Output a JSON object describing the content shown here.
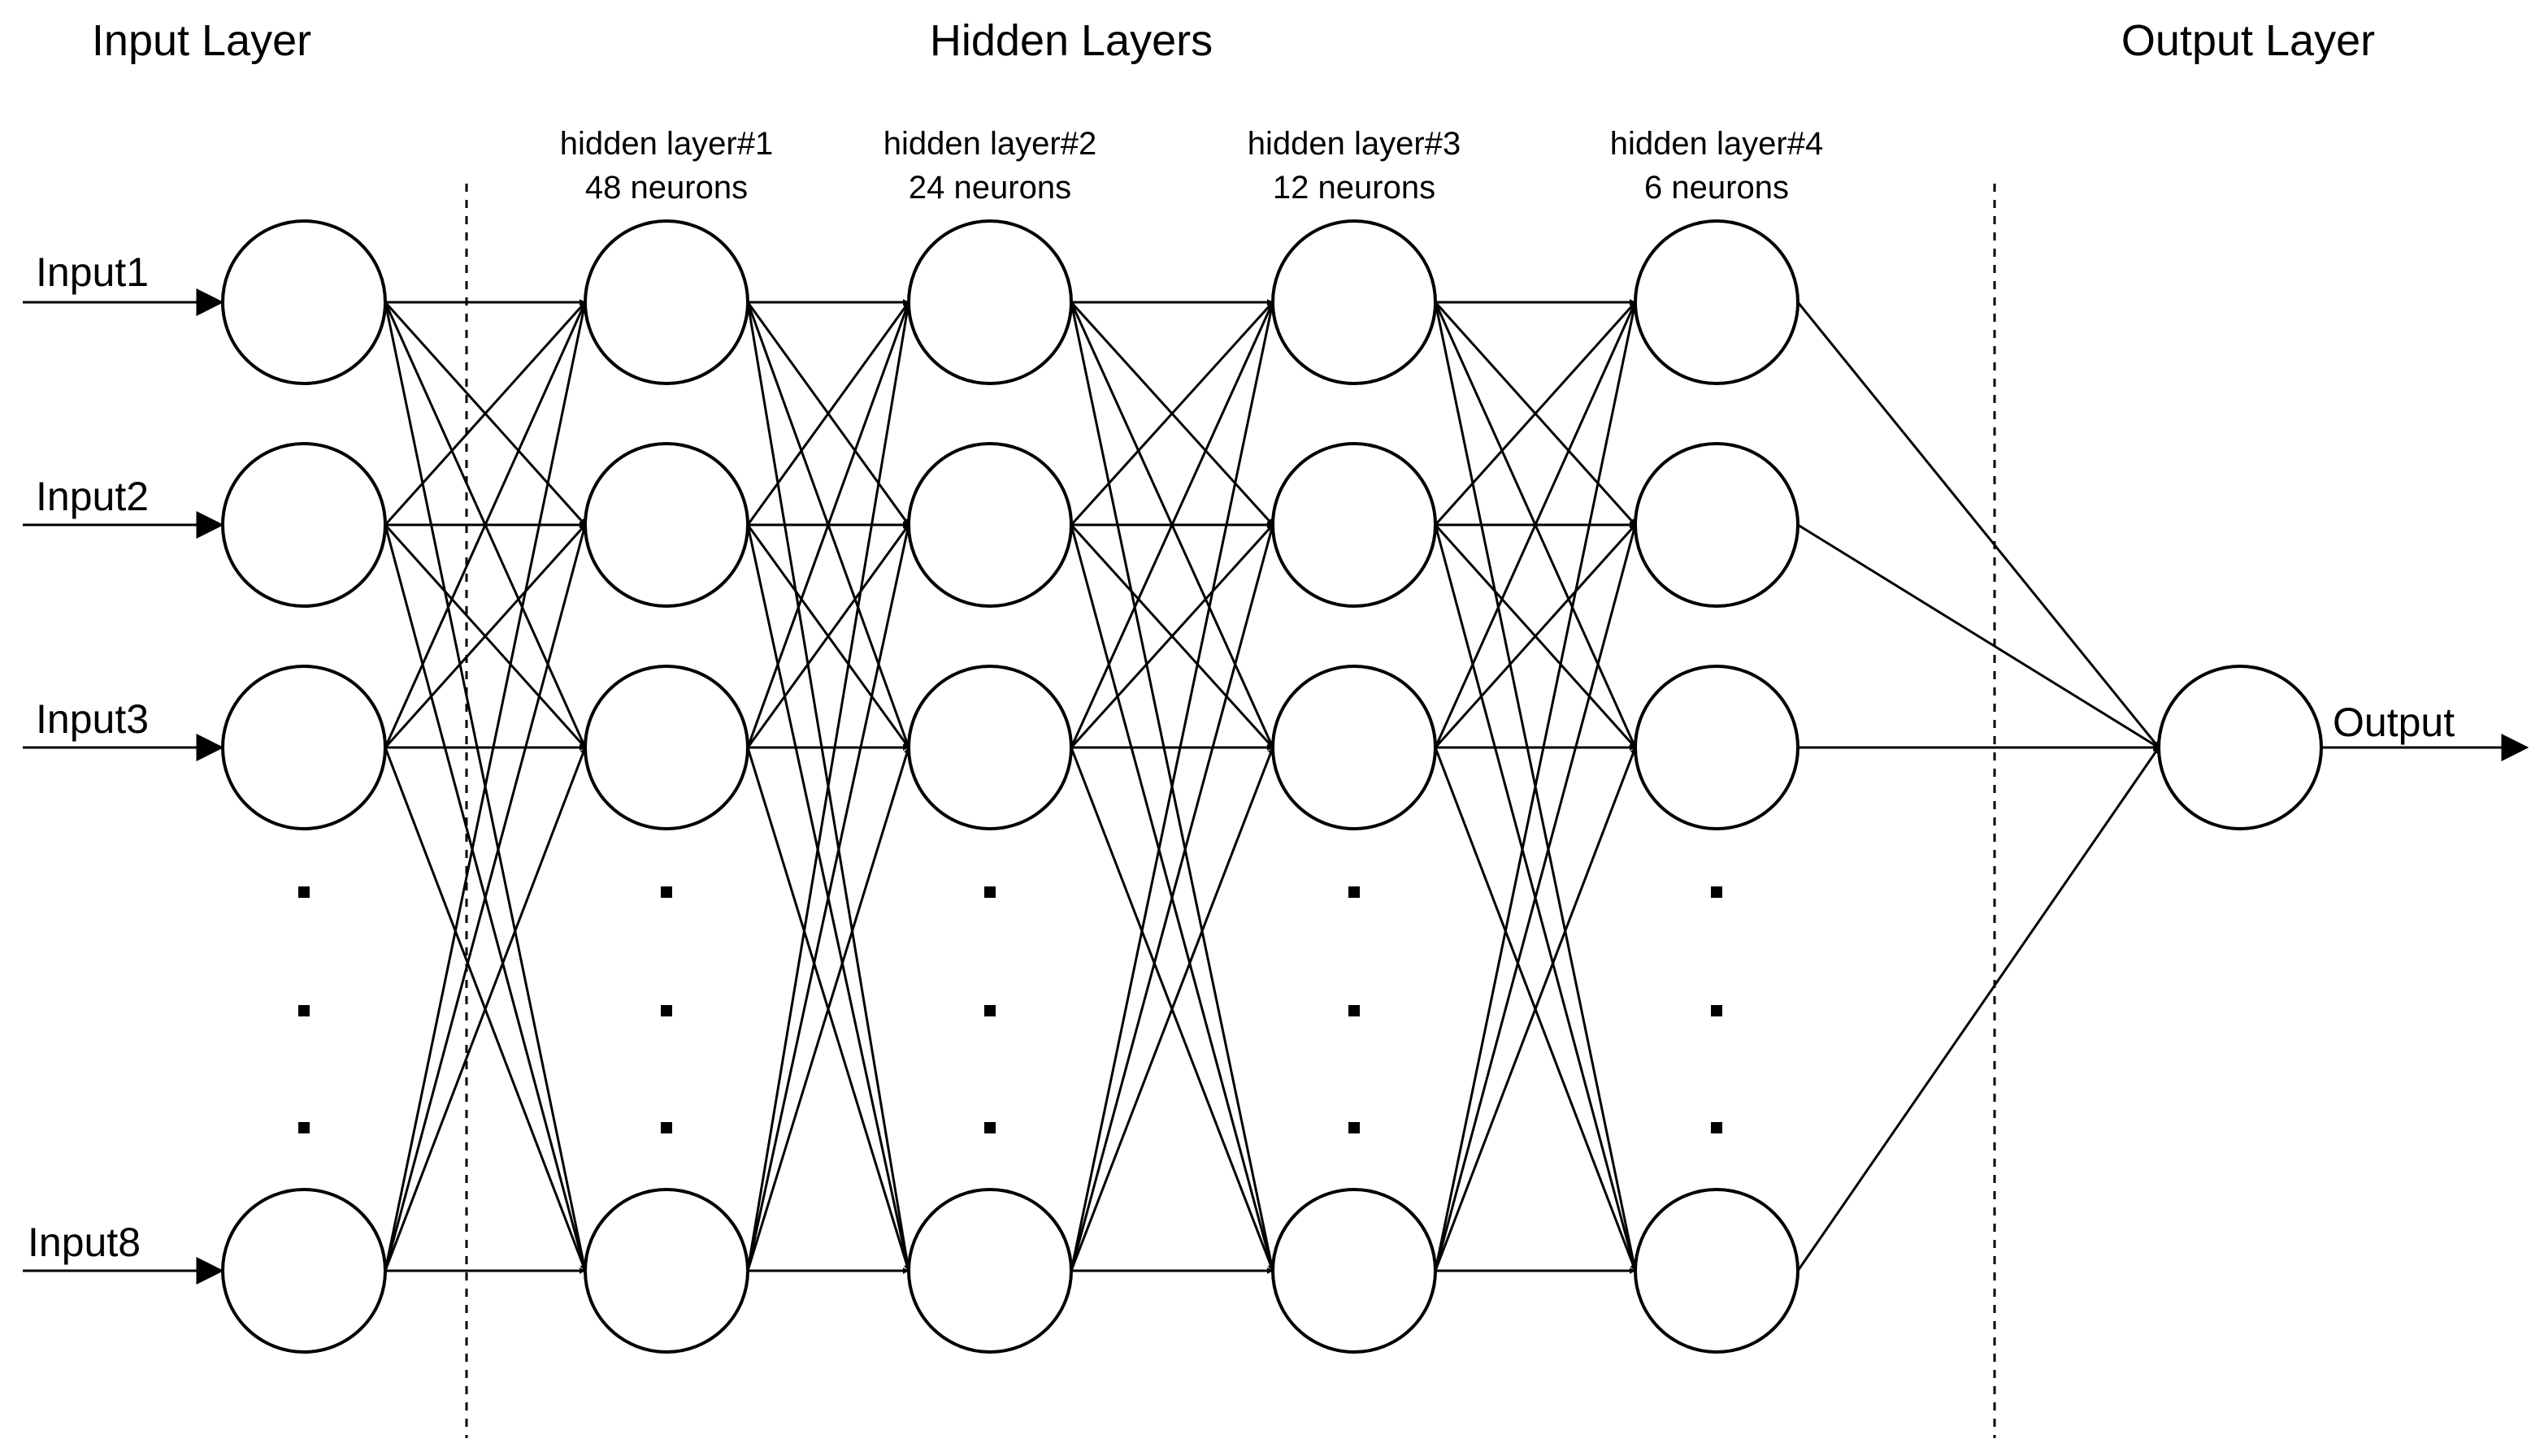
{
  "sections": {
    "input_title": "Input Layer",
    "hidden_title": "Hidden Layers",
    "output_title": "Output Layer"
  },
  "hidden_layers": [
    {
      "name": "hidden layer#1",
      "neurons": "48 neurons"
    },
    {
      "name": "hidden layer#2",
      "neurons": "24 neurons"
    },
    {
      "name": "hidden layer#3",
      "neurons": "12 neurons"
    },
    {
      "name": "hidden layer#4",
      "neurons": "6 neurons"
    }
  ],
  "inputs": [
    "Input1",
    "Input2",
    "Input3",
    "Input8"
  ],
  "output": "Output"
}
